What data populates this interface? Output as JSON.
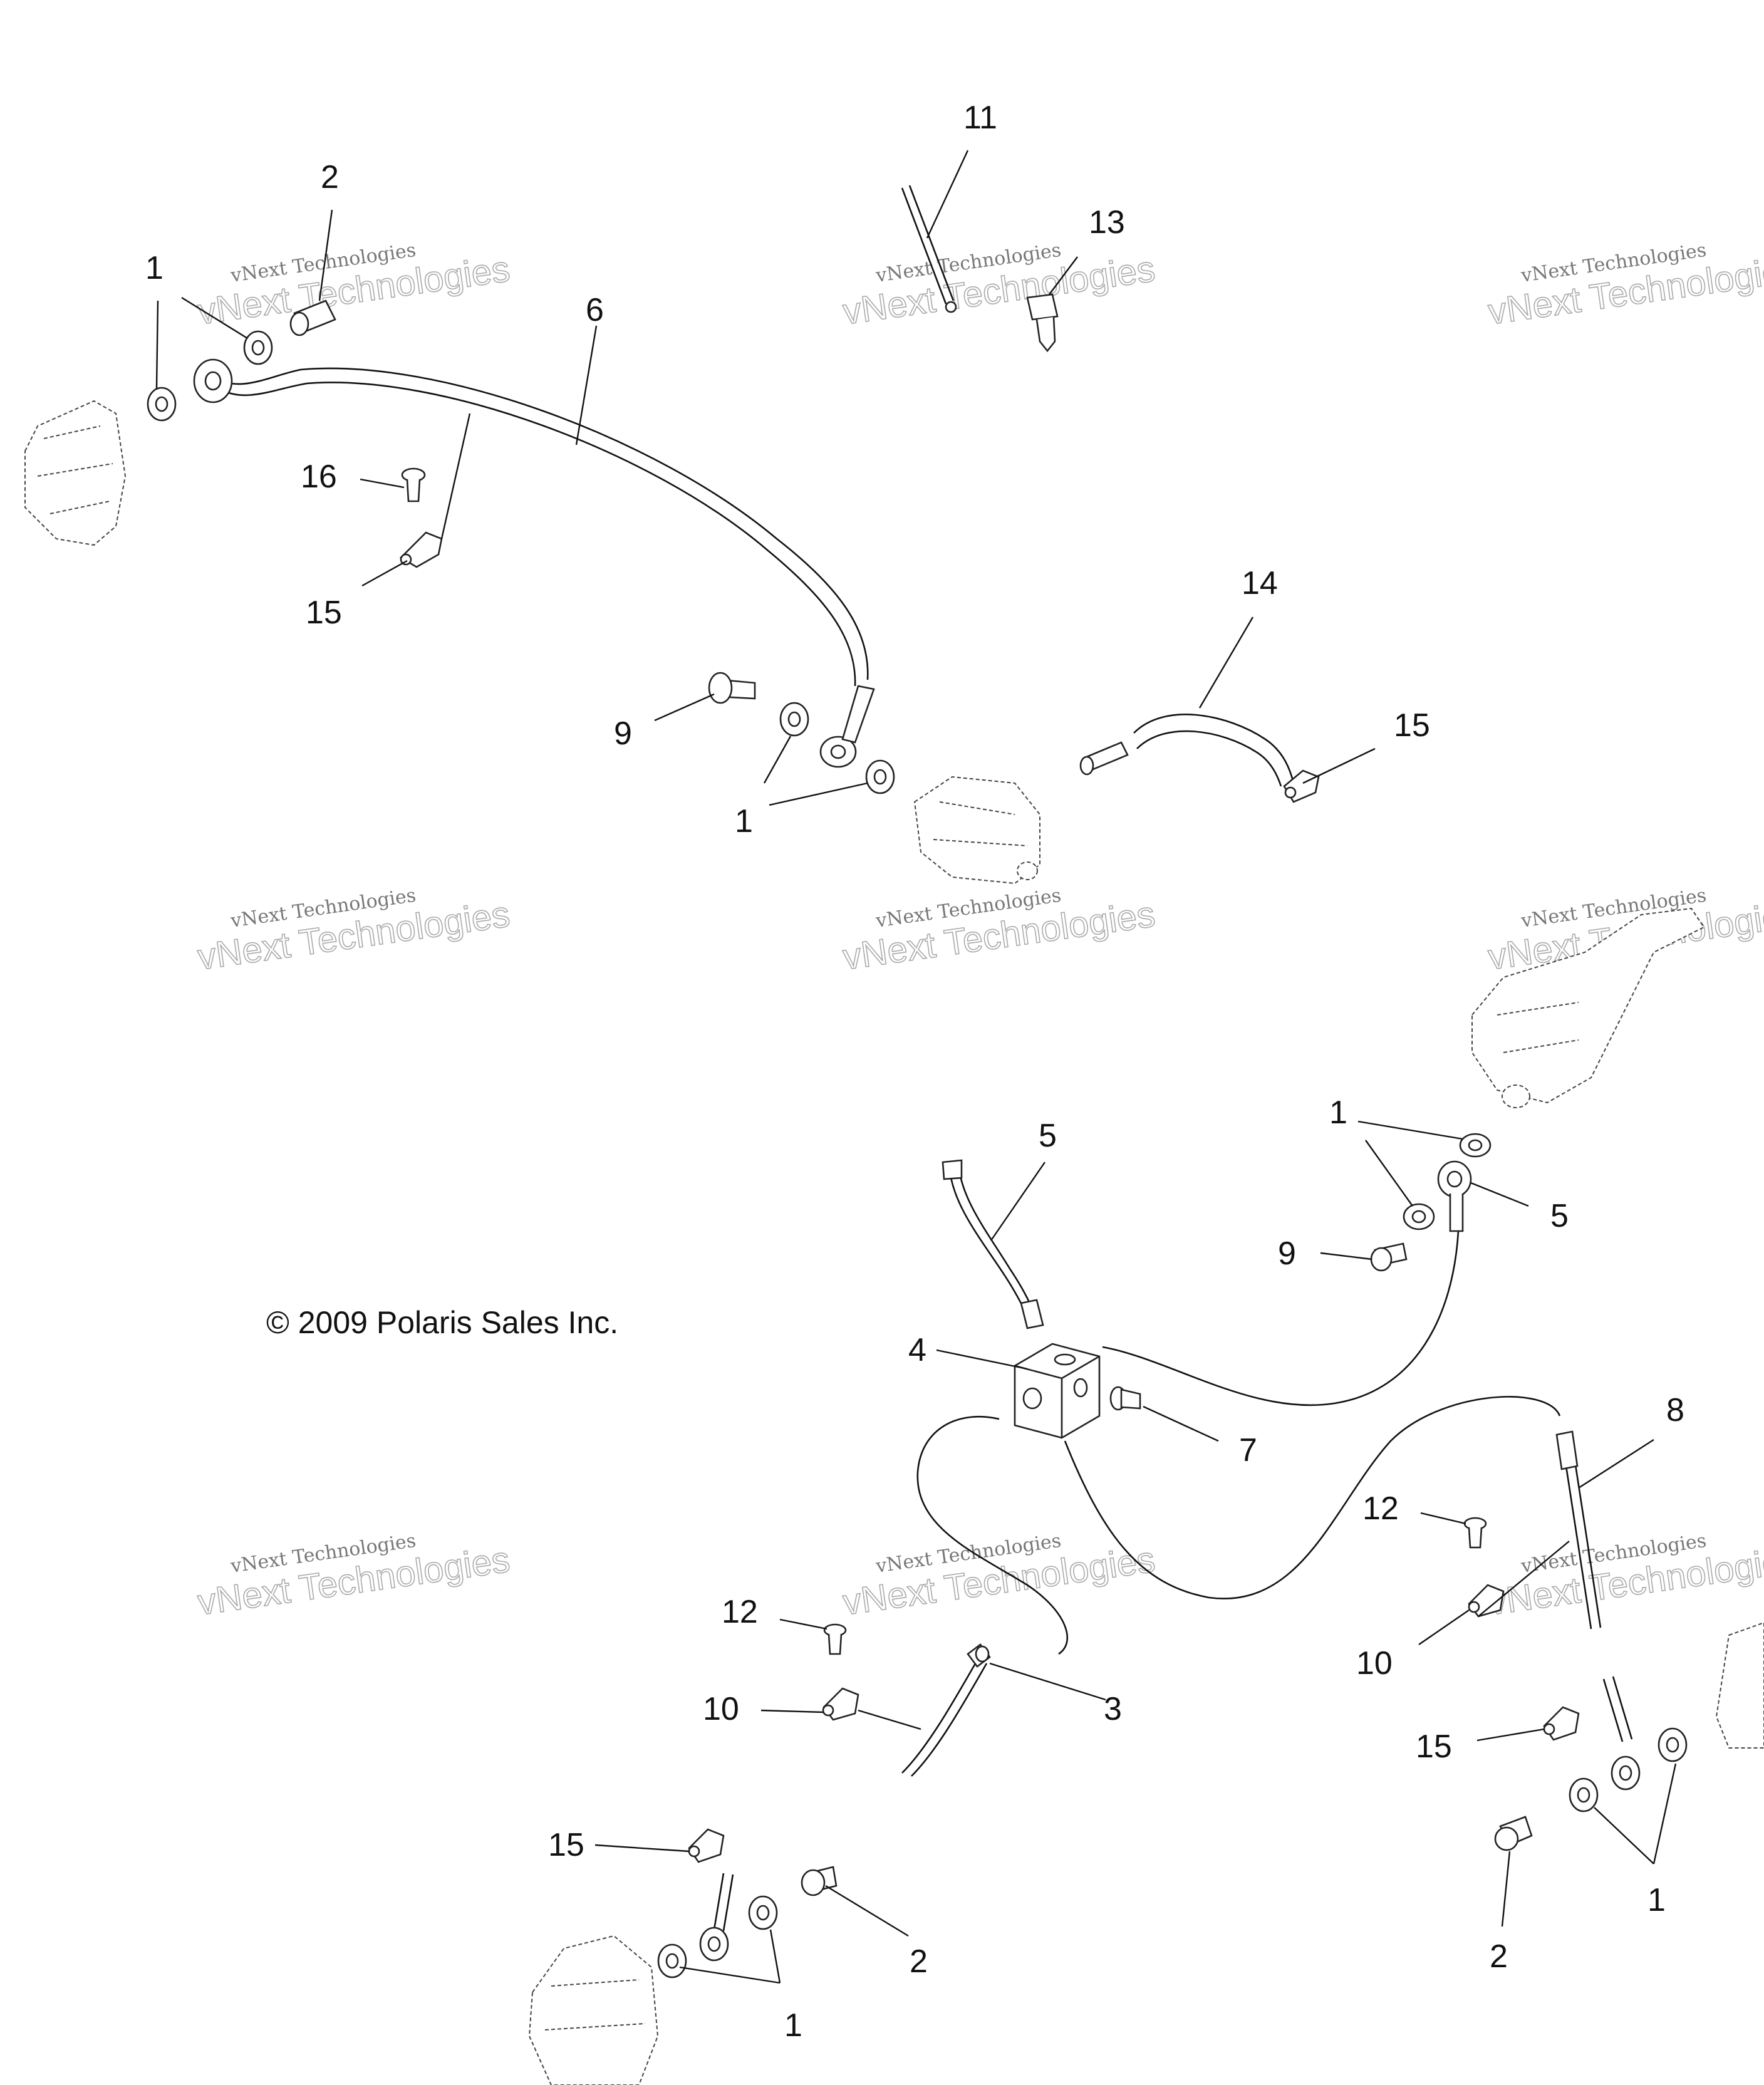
{
  "copyright": "© 2009 Polaris Sales Inc.",
  "watermark": {
    "line1": "vNext Technologies",
    "line2": "vNext Technologies"
  },
  "callouts": [
    {
      "id": "c1a",
      "label": "1"
    },
    {
      "id": "c2a",
      "label": "2"
    },
    {
      "id": "c6",
      "label": "6"
    },
    {
      "id": "c11",
      "label": "11"
    },
    {
      "id": "c13",
      "label": "13"
    },
    {
      "id": "c16",
      "label": "16"
    },
    {
      "id": "c15a",
      "label": "15"
    },
    {
      "id": "c9a",
      "label": "9"
    },
    {
      "id": "c1b",
      "label": "1"
    },
    {
      "id": "c14",
      "label": "14"
    },
    {
      "id": "c15b",
      "label": "15"
    },
    {
      "id": "c5a",
      "label": "5"
    },
    {
      "id": "c1c",
      "label": "1"
    },
    {
      "id": "c5b",
      "label": "5"
    },
    {
      "id": "c9b",
      "label": "9"
    },
    {
      "id": "c4",
      "label": "4"
    },
    {
      "id": "c7",
      "label": "7"
    },
    {
      "id": "c8",
      "label": "8"
    },
    {
      "id": "c12a",
      "label": "12"
    },
    {
      "id": "c10a",
      "label": "10"
    },
    {
      "id": "c12b",
      "label": "12"
    },
    {
      "id": "c10b",
      "label": "10"
    },
    {
      "id": "c3",
      "label": "3"
    },
    {
      "id": "c15c",
      "label": "15"
    },
    {
      "id": "c15d",
      "label": "15"
    },
    {
      "id": "c2b",
      "label": "2"
    },
    {
      "id": "c1d",
      "label": "1"
    },
    {
      "id": "c1e",
      "label": "1"
    },
    {
      "id": "c2c",
      "label": "2"
    }
  ]
}
